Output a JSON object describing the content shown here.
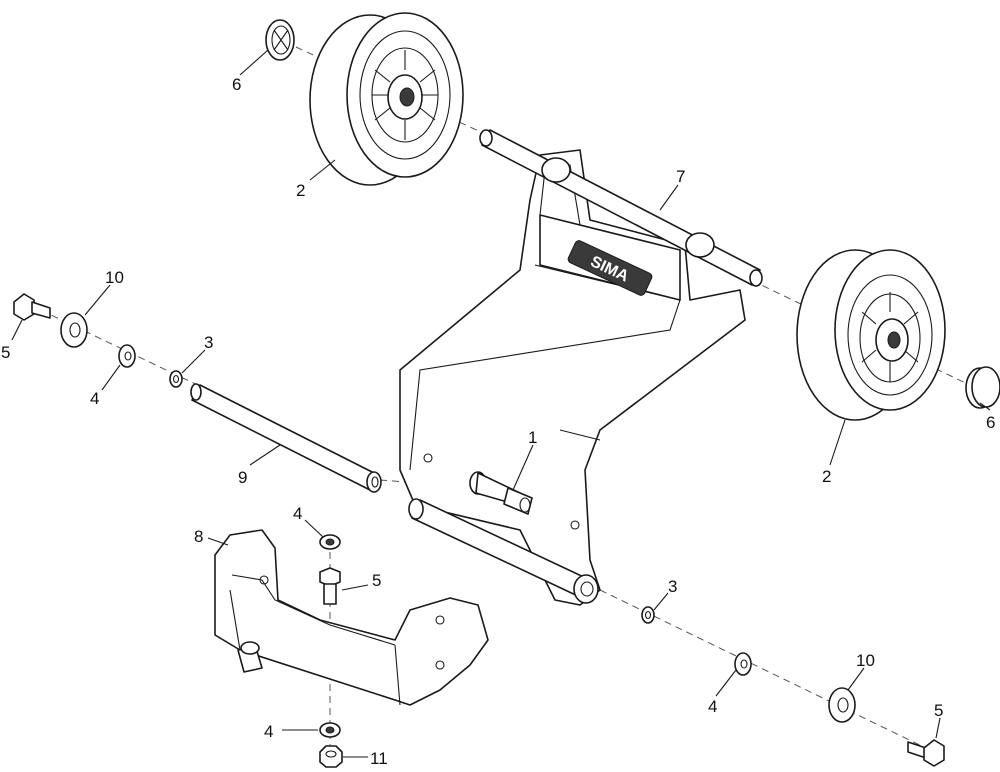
{
  "callouts": [
    {
      "id": "c-6a",
      "label": "6"
    },
    {
      "id": "c-2a",
      "label": "2"
    },
    {
      "id": "c-7",
      "label": "7"
    },
    {
      "id": "c-10a",
      "label": "10"
    },
    {
      "id": "c-5a",
      "label": "5"
    },
    {
      "id": "c-4a",
      "label": "4"
    },
    {
      "id": "c-3a",
      "label": "3"
    },
    {
      "id": "c-9",
      "label": "9"
    },
    {
      "id": "c-1",
      "label": "1"
    },
    {
      "id": "c-2b",
      "label": "2"
    },
    {
      "id": "c-6b",
      "label": "6"
    },
    {
      "id": "c-8",
      "label": "8"
    },
    {
      "id": "c-4b",
      "label": "4"
    },
    {
      "id": "c-5b",
      "label": "5"
    },
    {
      "id": "c-3b",
      "label": "3"
    },
    {
      "id": "c-4c",
      "label": "4"
    },
    {
      "id": "c-10b",
      "label": "10"
    },
    {
      "id": "c-5c",
      "label": "5"
    },
    {
      "id": "c-4d",
      "label": "4"
    },
    {
      "id": "c-11",
      "label": "11"
    }
  ],
  "logo_text": "SIMA"
}
